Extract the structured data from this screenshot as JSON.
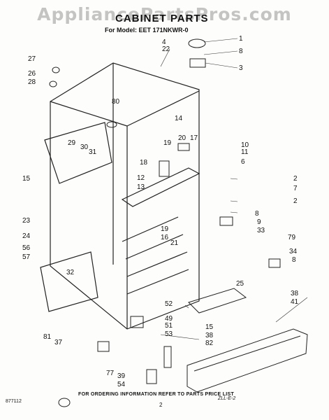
{
  "watermark": "AppliancePartsPros.com",
  "title": "CABINET PARTS",
  "subtitle": "For Model: EET 171NKWR-0",
  "footer_note": "FOR ORDERING INFORMATION REFER TO PARTS PRICE LIST",
  "page_number": "2",
  "document_code": "877112",
  "stamp_text": "ZLL-E-2",
  "callouts": [
    "1",
    "8",
    "3",
    "4",
    "22",
    "27",
    "26",
    "28",
    "80",
    "14",
    "20",
    "17",
    "19",
    "29",
    "30",
    "31",
    "18",
    "10",
    "11",
    "6",
    "2",
    "7",
    "2",
    "8",
    "9",
    "33",
    "79",
    "34",
    "8",
    "12",
    "13",
    "19",
    "16",
    "21",
    "15",
    "23",
    "24",
    "56",
    "57",
    "32",
    "25",
    "38",
    "41",
    "49",
    "52",
    "51",
    "53",
    "15",
    "38",
    "82",
    "81",
    "37",
    "77",
    "39",
    "54"
  ]
}
